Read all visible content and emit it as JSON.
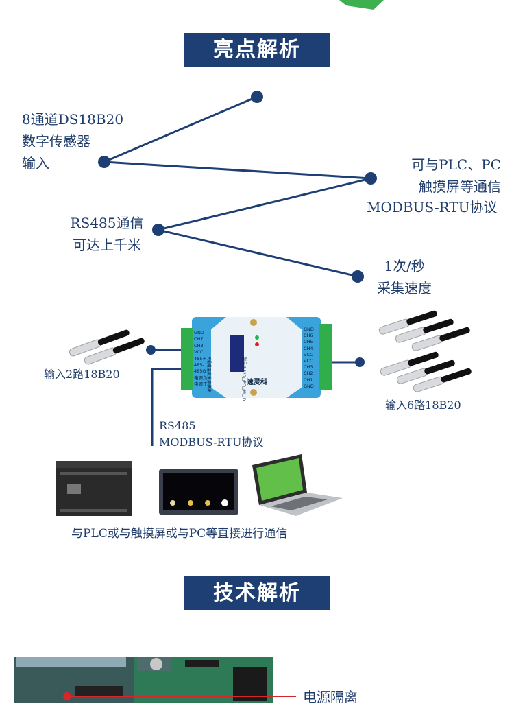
{
  "sections": {
    "highlights_title": "亮点解析",
    "tech_title": "技术解析"
  },
  "features": {
    "sensor_input": [
      "8通道DS18B20",
      "数字传感器",
      "输入"
    ],
    "protocol": [
      "可与PLC、PC",
      "触摸屏等通信",
      "MODBUS-RTU协议"
    ],
    "rs485": [
      "RS485通信",
      "可达上千米"
    ],
    "speed": [
      "1次/秒",
      "采集速度"
    ]
  },
  "diagram": {
    "left_input": "输入2路18B20",
    "right_input": "输入6路18B20",
    "bus_label": [
      "RS485",
      "MODBUS-RTU协议"
    ],
    "caption": "与PLC或与触摸屏或与PC等直接进行通信",
    "module_left_terminals": [
      "GND",
      "CH7",
      "CH8",
      "VCC",
      "485+",
      "485-",
      "485G",
      "电源负",
      "电源正"
    ],
    "module_right_terminals": [
      "GND",
      "CH6",
      "CH5",
      "CH4",
      "VCC",
      "VCC",
      "CH3",
      "CH2",
      "CH1",
      "GND"
    ],
    "module_brand": "速灵科",
    "module_title": "8通道温度采集模块",
    "module_model": "型号:R820□PC□M□D"
  },
  "tech": {
    "power_isolation": "电源隔离"
  },
  "colors": {
    "navy": "#1d3f73",
    "text": "#1f3d6b",
    "module_blue": "#3aa3dc",
    "terminal_green": "#2fae4b"
  }
}
